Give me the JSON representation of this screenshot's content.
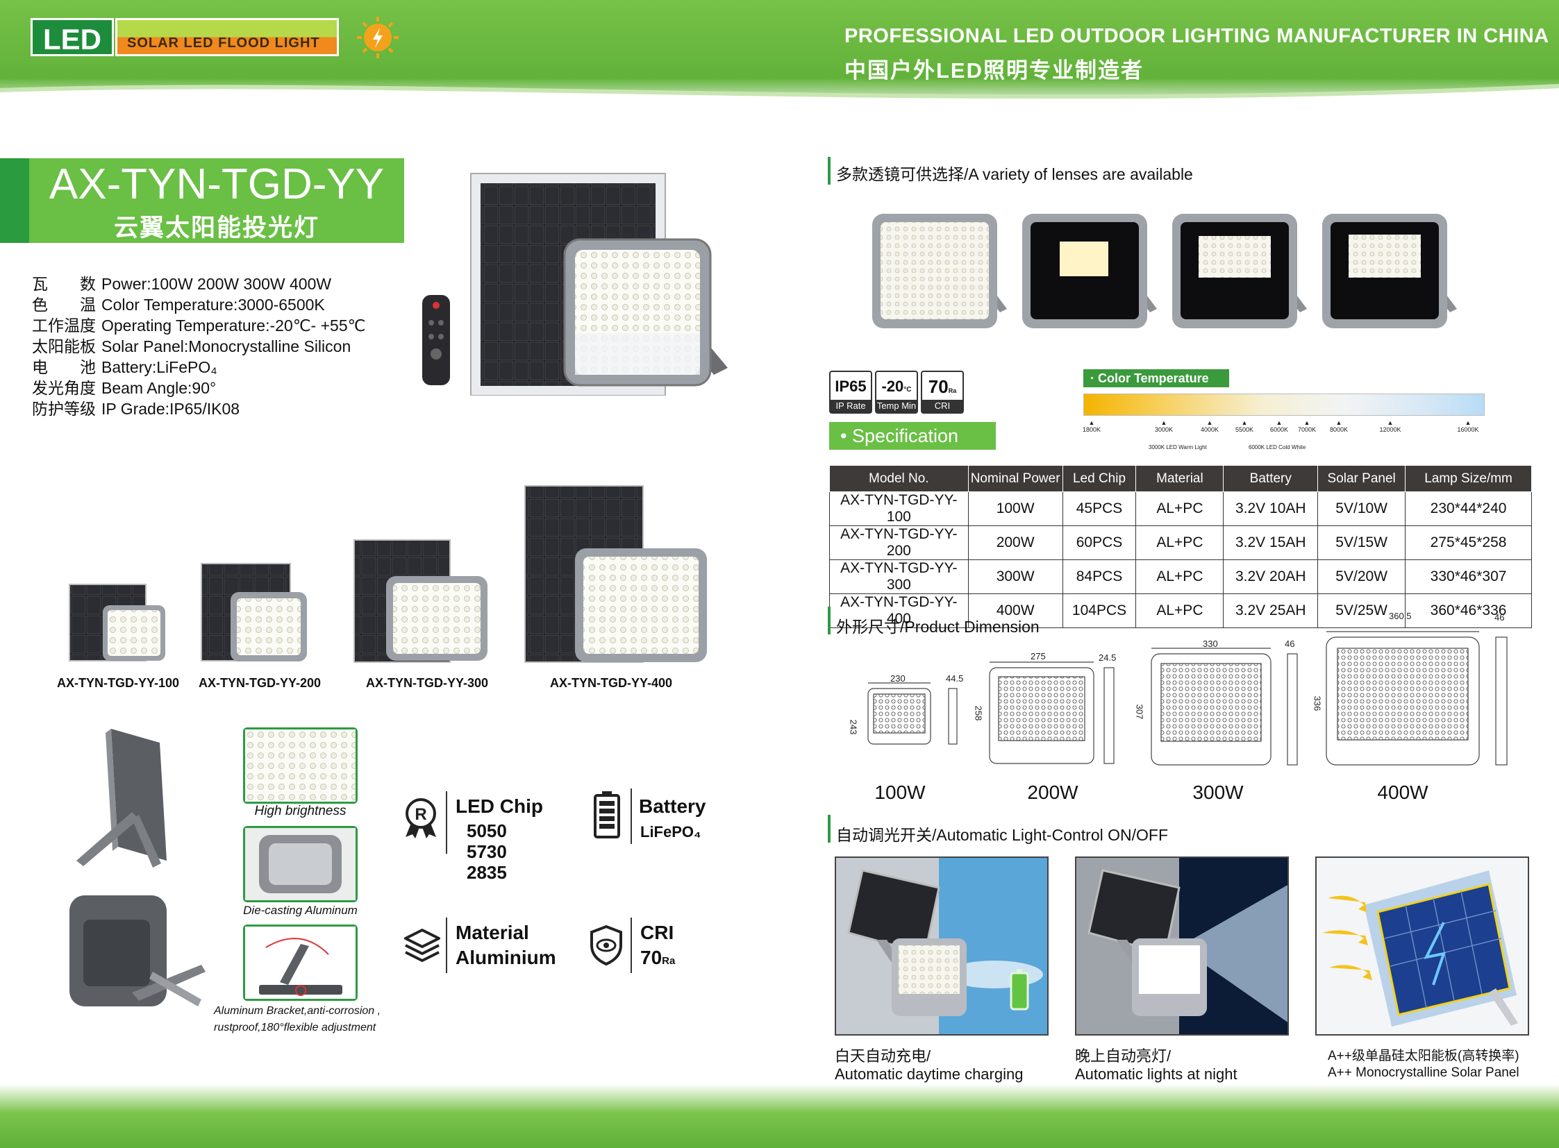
{
  "header": {
    "logo_led": "LED",
    "logo_sub": "SOLAR  LED  FLOOD  LIGHT",
    "tagline_en": "PROFESSIONAL LED OUTDOOR LIGHTING MANUFACTURER IN CHINA",
    "tagline_cn": "中国户外LED照明专业制造者",
    "colors": {
      "green": "#6abf45",
      "dark_green": "#2a9b3e",
      "orange": "#f08a1e"
    }
  },
  "product": {
    "model": "AX-TYN-TGD-YY",
    "name_cn": "云翼太阳能投光灯"
  },
  "specs": [
    {
      "cn": "瓦　　数",
      "en": "Power:100W 200W 300W 400W"
    },
    {
      "cn": "色　　温",
      "en": "Color Temperature:3000-6500K"
    },
    {
      "cn": "工作温度",
      "en": "Operating Temperature:-20℃- +55℃"
    },
    {
      "cn": "太阳能板",
      "en": "Solar Panel:Monocrystalline Silicon"
    },
    {
      "cn": "电　　池",
      "en": "Battery:LiFePO₄"
    },
    {
      "cn": "发光角度",
      "en": "Beam Angle:90°"
    },
    {
      "cn": "防护等级",
      "en": "IP Grade:IP65/IK08"
    }
  ],
  "lineup": [
    "AX-TYN-TGD-YY-100",
    "AX-TYN-TGD-YY-200",
    "AX-TYN-TGD-YY-300",
    "AX-TYN-TGD-YY-400"
  ],
  "features": {
    "high_brightness": "High brightness",
    "die_casting": "Die-casting Aluminum",
    "bracket_line1": "Aluminum Bracket,anti-corrosion ,",
    "bracket_line2": "rustproof,180°flexible adjustment",
    "led_chip_title": "LED Chip",
    "led_chip_values": [
      "5050",
      "5730",
      "2835"
    ],
    "battery_title": "Battery",
    "battery_value": "LiFePO₄",
    "material_title": "Material",
    "material_value": "Aluminium",
    "cri_title": "CRI",
    "cri_value": "70",
    "cri_unit": "Ra"
  },
  "lenses_title": "多款透镜可供选择/A variety of lenses are available",
  "badges": [
    {
      "top": "IP65",
      "bottom": "IP Rate"
    },
    {
      "top": "-20",
      "unit": "°C",
      "bottom": "Temp Min"
    },
    {
      "top": "70",
      "unit": "Ra",
      "bottom": "CRI"
    }
  ],
  "color_temp": {
    "title": "Color Temperature",
    "ticks": [
      "1800K",
      "3000K",
      "4000K",
      "5500K",
      "6000K",
      "7000K",
      "8000K",
      "12000K",
      "16000K"
    ],
    "warm_note": "3000K LED Warm Light",
    "cold_note": "6000K LED Cold White"
  },
  "specification_tag": "Specification",
  "table": {
    "headers": [
      "Model No.",
      "Nominal Power",
      "Led Chip",
      "Material",
      "Battery",
      "Solar Panel",
      "Lamp Size/mm"
    ],
    "rows": [
      [
        "AX-TYN-TGD-YY-100",
        "100W",
        "45PCS",
        "AL+PC",
        "3.2V 10AH",
        "5V/10W",
        "230*44*240"
      ],
      [
        "AX-TYN-TGD-YY-200",
        "200W",
        "60PCS",
        "AL+PC",
        "3.2V 15AH",
        "5V/15W",
        "275*45*258"
      ],
      [
        "AX-TYN-TGD-YY-300",
        "300W",
        "84PCS",
        "AL+PC",
        "3.2V 20AH",
        "5V/20W",
        "330*46*307"
      ],
      [
        "AX-TYN-TGD-YY-400",
        "400W",
        "104PCS",
        "AL+PC",
        "3.2V 25AH",
        "5V/25W",
        "360*46*336"
      ]
    ]
  },
  "dimension": {
    "title": "外形尺寸/Product Dimension",
    "items": [
      {
        "label": "100W",
        "w": "230",
        "h": "243",
        "d": "44.5"
      },
      {
        "label": "200W",
        "w": "275",
        "h": "258",
        "d": "24.5"
      },
      {
        "label": "300W",
        "w": "330",
        "h": "307",
        "d": "46"
      },
      {
        "label": "400W",
        "w": "360.5",
        "h": "336",
        "d": "46"
      }
    ]
  },
  "light_control": {
    "title": "自动调光开关/Automatic Light-Control ON/OFF",
    "photos": [
      {
        "cn": "白天自动充电/",
        "en": "Automatic daytime charging"
      },
      {
        "cn": "晚上自动亮灯/",
        "en": "Automatic lights at night"
      },
      {
        "cn": "A++级单晶硅太阳能板(高转换率)",
        "en": "A++ Monocrystalline Solar Panel"
      }
    ]
  }
}
